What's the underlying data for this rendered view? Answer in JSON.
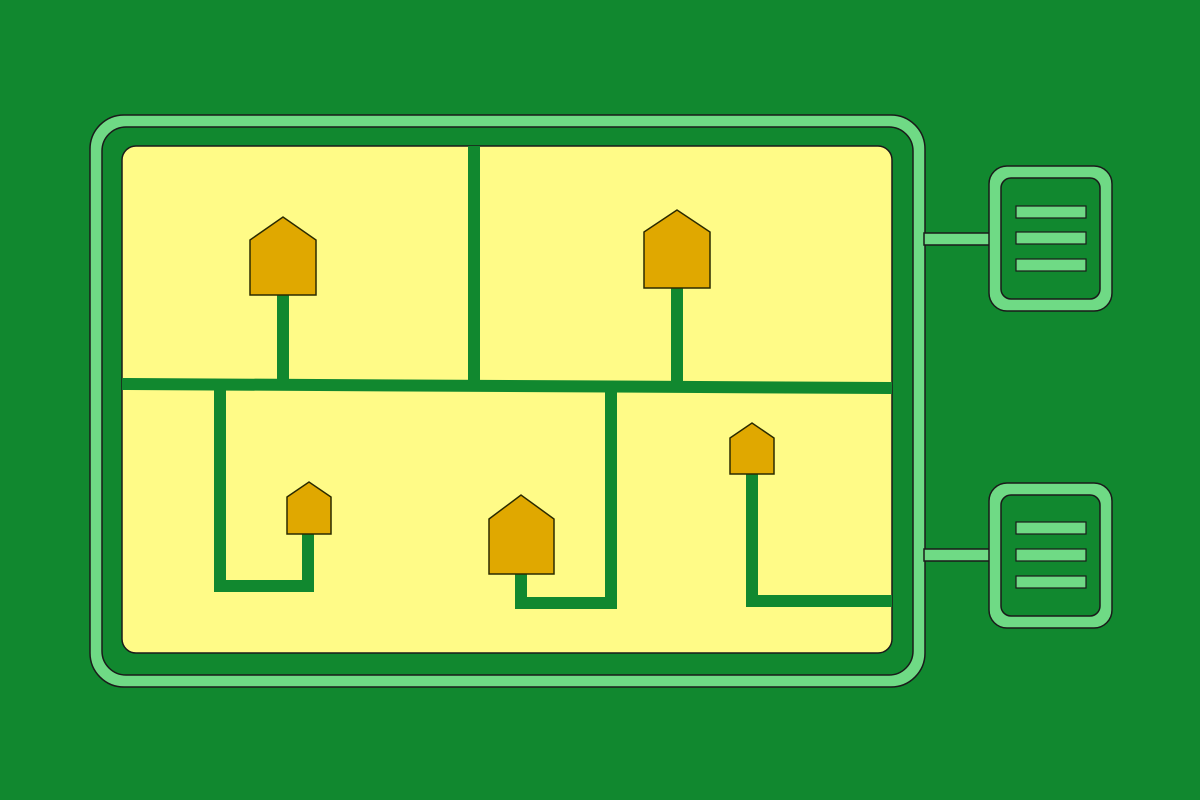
{
  "colors": {
    "background": "#11882F",
    "frame_fill": "#11882F",
    "frame_stroke": "#6FDA85",
    "map_fill": "#FFFB87",
    "road": "#11882F",
    "house_fill": "#E0A800",
    "house_stroke": "#2A2A00",
    "outline": "#1A1A1A"
  },
  "icons": {
    "house": "house-icon",
    "side_panel": "list-panel-icon"
  },
  "counts": {
    "houses": 5,
    "side_panels": 2,
    "list_lines_per_panel": 3
  }
}
